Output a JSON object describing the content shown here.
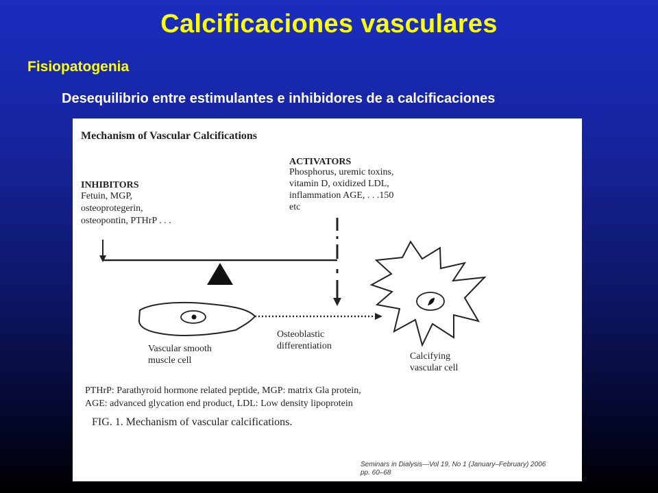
{
  "slide": {
    "title": "Calcificaciones vasculares",
    "section": "Fisiopatogenia",
    "subtitle": "Desequilibrio entre estimulantes e inhibidores de a calcificaciones"
  },
  "figure": {
    "heading": "Mechanism of Vascular Calcifications",
    "activators": {
      "title": "ACTIVATORS",
      "lines": [
        "Phosphorus, uremic toxins,",
        "vitamin D, oxidized LDL,",
        "inflammation AGE, . . .150",
        "etc"
      ]
    },
    "inhibitors": {
      "title": "INHIBITORS",
      "lines": [
        "Fetuin, MGP,",
        "osteoprotegerin,",
        "osteopontin, PTHrP . . ."
      ]
    },
    "smooth_cell_label": [
      "Vascular smooth",
      "muscle cell"
    ],
    "differentiation_label": [
      "Osteoblastic",
      "differentiation"
    ],
    "calcifying_label": [
      "Calcifying",
      "vascular cell"
    ],
    "abbreviations": [
      "PTHrP: Parathyroid hormone related peptide, MGP: matrix Gla protein,",
      "AGE: advanced glycation end product, LDL: Low density lipoprotein"
    ],
    "caption": "FIG. 1.   Mechanism of vascular calcifications.",
    "citation": [
      "Seminars in Dialysis—Vol 19, No 1 (January–February) 2006",
      "pp. 60–68"
    ]
  },
  "colors": {
    "title": "#ffff00",
    "subtitle": "#ffffff"
  }
}
